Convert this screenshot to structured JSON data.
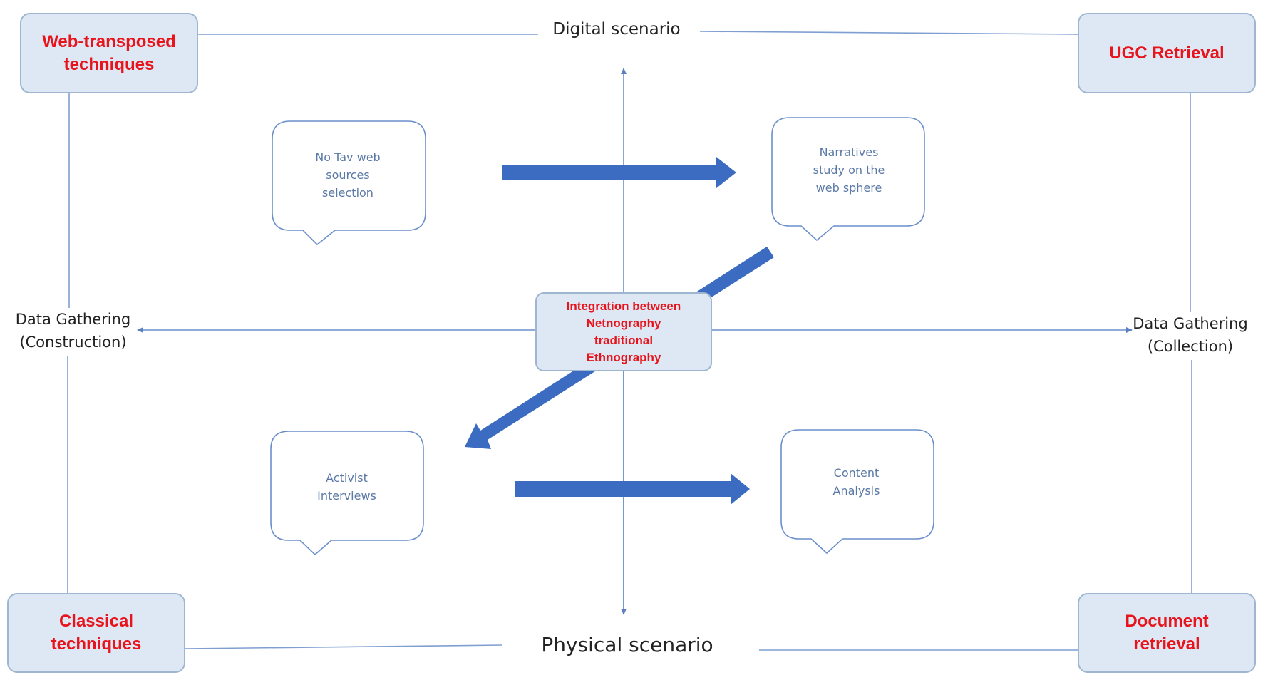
{
  "corners": {
    "top_left": "Web-transposed\ntechniques",
    "top_right": "UGC Retrieval",
    "bottom_left": "Classical\ntechniques",
    "bottom_right": "Document\nretrieval"
  },
  "axes": {
    "top": "Digital scenario",
    "bottom": "Physical scenario",
    "left": "Data Gathering\n(Construction)",
    "right": "Data Gathering\n(Collection)"
  },
  "center": "Integration between\nNetnography\ntraditional\nEthnography",
  "bubbles": {
    "top_left": "No Tav web\nsources\nselection",
    "top_right": "Narratives\nstudy on the\nweb sphere",
    "bottom_left": "Activist\nInterviews",
    "bottom_right": "Content\nAnalysis"
  },
  "colors": {
    "corner_text": "#e8131b",
    "box_fill": "#dde8f4",
    "arrow": "#3b6cc2",
    "thin_line": "#7f9fd2"
  }
}
